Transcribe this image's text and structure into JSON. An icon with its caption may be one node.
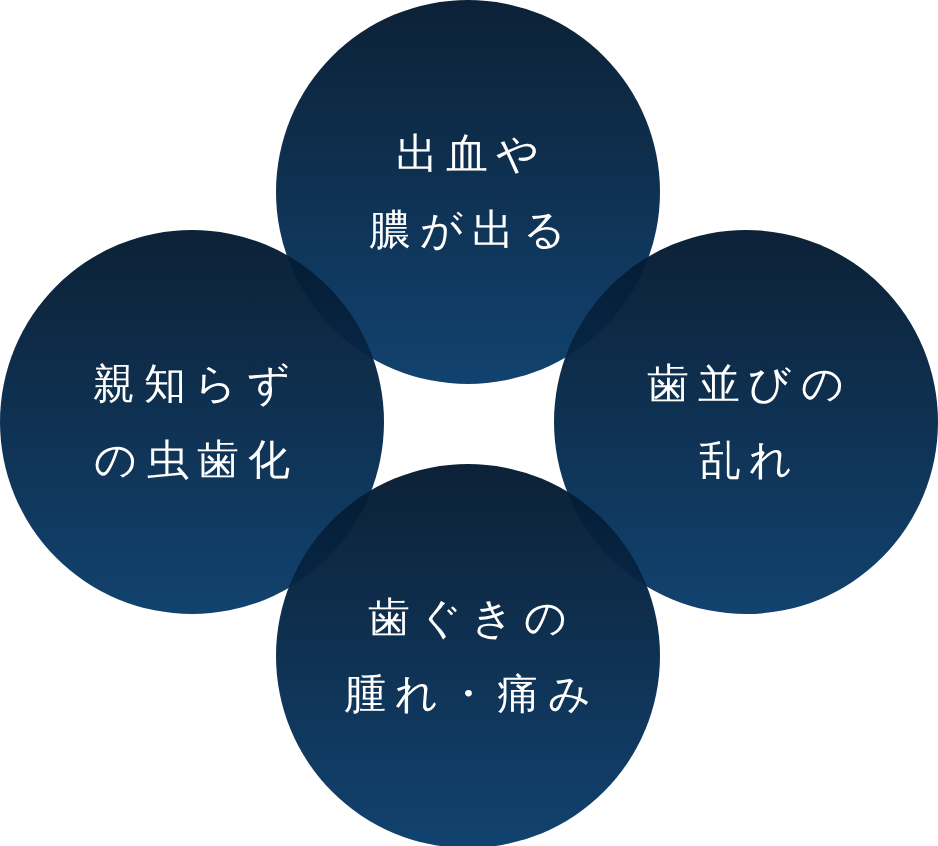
{
  "diagram": {
    "nodes": [
      {
        "text": [
          "出血や膿が出る"
        ]
      },
      {
        "text": [
          "親知らずの虫歯化"
        ]
      },
      {
        "text": [
          "歯並びの乱れ"
        ]
      },
      {
        "text": [
          "歯ぐきの腫れ・痛み"
        ]
      }
    ]
  }
}
